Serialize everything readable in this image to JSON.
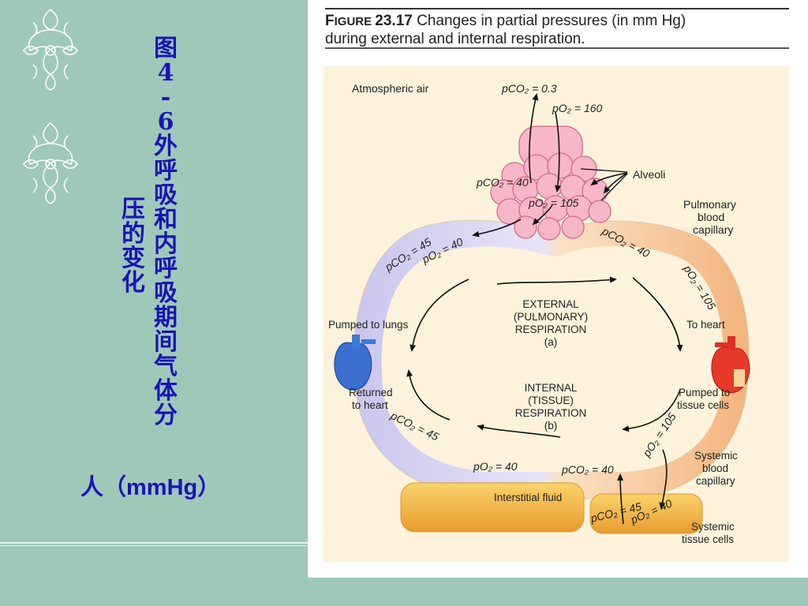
{
  "slide": {
    "title_col1": [
      "图",
      "4",
      "-",
      "6",
      "外",
      "呼",
      "吸",
      "和",
      "内",
      "呼",
      "吸",
      "期",
      "间",
      "气",
      "体",
      "分"
    ],
    "title_col2": [
      "压",
      "的",
      "变",
      "化"
    ],
    "title_unit_prefix": "人（",
    "title_unit_text": "mmHg",
    "title_unit_suffix": "）"
  },
  "figure": {
    "number_prefix": "F",
    "number_small": "IGURE",
    "number": "23.17",
    "caption_line1": "Changes in partial pressures (in mm Hg)",
    "caption_line2": "during external and internal respiration."
  },
  "diagram": {
    "atmospheric_air": "Atmospheric air",
    "atm_pco2": "pCO₂ = 0.3",
    "atm_po2": "pO₂ = 160",
    "alveoli": "Alveoli",
    "alv_pco2": "pCO₂ = 40",
    "alv_po2": "pO₂ = 105",
    "pulmonary_capillary": [
      "Pulmonary",
      "blood",
      "capillary"
    ],
    "left_upper_pco2": "pCO₂ = 45",
    "left_upper_po2": "pO₂ = 40",
    "right_upper_pco2": "pCO₂ = 40",
    "right_upper_po2": "pO₂ = 105",
    "external_label": [
      "EXTERNAL",
      "(PULMONARY)",
      "RESPIRATION",
      "(a)"
    ],
    "internal_label": [
      "INTERNAL",
      "(TISSUE)",
      "RESPIRATION",
      "(b)"
    ],
    "pumped_to_lungs": "Pumped to lungs",
    "to_heart": "To heart",
    "returned_to_heart": [
      "Returned",
      "to heart"
    ],
    "pumped_to_tissue": [
      "Pumped to",
      "tissue cells"
    ],
    "lower_left_pco2": "pCO₂ = 45",
    "lower_left_po2": "pO₂ = 40",
    "lower_right_pco2": "pCO₂ = 40",
    "lower_right_po2": "pO₂ = 105",
    "systemic_capillary": [
      "Systemic",
      "blood",
      "capillary"
    ],
    "interstitial_fluid": "Interstitial fluid",
    "tissue_pco2": "pCO₂ = 45",
    "tissue_po2": "pO₂ = 40",
    "systemic_tissue": [
      "Systemic",
      "tissue cells"
    ]
  },
  "colors": {
    "background": "#9ec9b9",
    "title_text": "#1a14b8",
    "deoxygenated": "#b8b4e8",
    "oxygenated": "#f5b880",
    "figure_bg": "#fdf3dc"
  }
}
